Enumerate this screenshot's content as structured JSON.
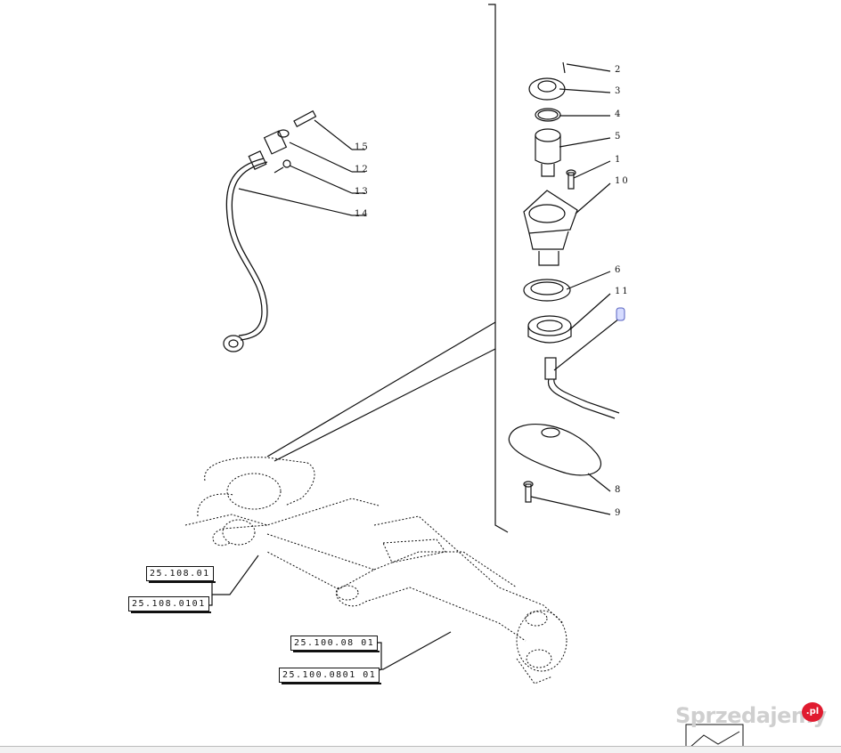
{
  "diagram": {
    "callouts": [
      {
        "id": "c2",
        "label": "2"
      },
      {
        "id": "c3",
        "label": "3"
      },
      {
        "id": "c4",
        "label": "4"
      },
      {
        "id": "c5",
        "label": "5"
      },
      {
        "id": "c1",
        "label": "1"
      },
      {
        "id": "c10",
        "label": "10"
      },
      {
        "id": "c6",
        "label": "6"
      },
      {
        "id": "c11",
        "label": "11"
      },
      {
        "id": "c8",
        "label": "8"
      },
      {
        "id": "c9",
        "label": "9"
      },
      {
        "id": "c15",
        "label": "15"
      },
      {
        "id": "c12",
        "label": "12"
      },
      {
        "id": "c13",
        "label": "13"
      },
      {
        "id": "c14",
        "label": "14"
      }
    ],
    "references": {
      "ref1": "25.108.01",
      "ref2": "25.108.0101",
      "ref3": "25.100.08 01",
      "ref4": "25.100.0801 01"
    }
  },
  "watermark": {
    "brand": "Sprzedajemy",
    "badge": ".pl",
    "badge_color": "#e01b2f"
  }
}
